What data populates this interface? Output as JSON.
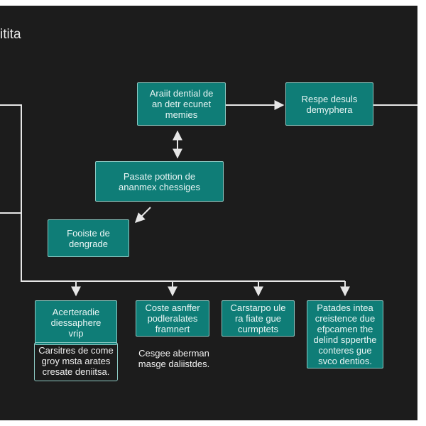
{
  "title": "itita",
  "nodes": {
    "n1": "Araiit dential de\nan detr ecunet\nmemies",
    "n2": "Respe desuls\ndemyphera",
    "n3": "Pasate pottion de\nananmex chessiges",
    "n4": "Fooiste de\ndengrade",
    "b1": "Acerteradie\ndiessaphere\nvrip",
    "b2": "Coste asnffer\npodleralates\nframnert",
    "b3": "Carstarpo ule\nra fiate gue\ncurmptets",
    "b4": "Patades intea\ncreistence due\nefpcamen the\ndelind spperthe\nconteres gue\nsvco dentios."
  },
  "notes": {
    "b1": "Carsitres de come\ngroy msta arates\ncresate deniitsa.",
    "b2": "Cesgee aberman\nmasge daliistdes."
  },
  "colors": {
    "background": "#1c1c1c",
    "node_fill": "#0f7d77",
    "node_border": "#8cc9c3",
    "line": "#e6e6e6"
  }
}
